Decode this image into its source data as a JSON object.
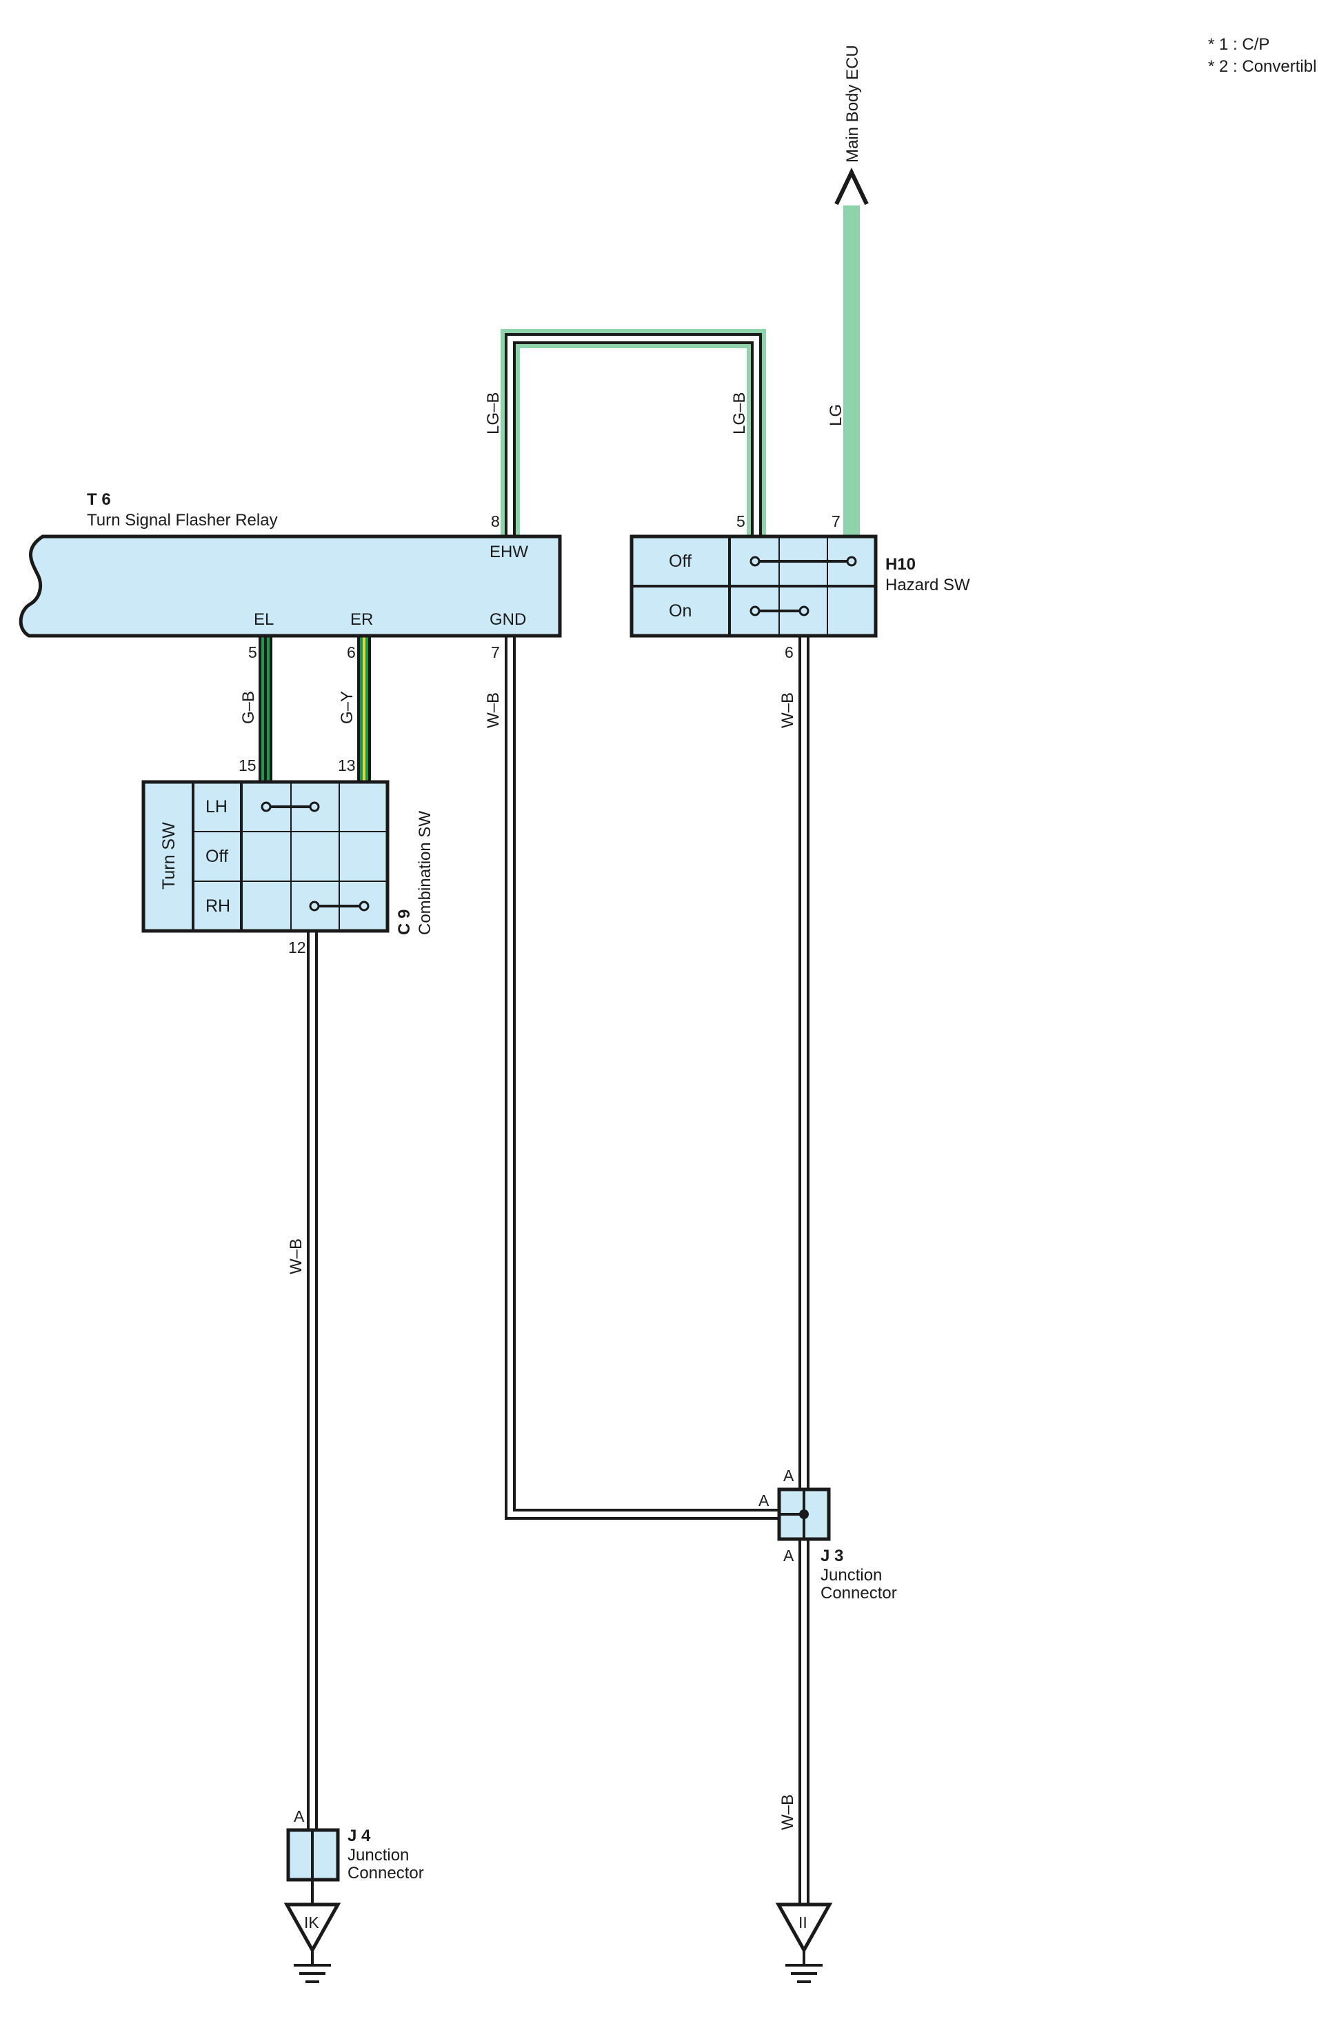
{
  "notes": [
    "* 1 : C/P",
    "* 2 : Convertibl"
  ],
  "colors": {
    "box_fill": "#cce9f7",
    "outline": "#1a1a1a",
    "lg_wire": "#8fd3ab",
    "green_wire": "#1a9a4a",
    "yellow_wire": "#e6d23a",
    "white_wire": "#ffffff"
  },
  "main_body_ecu": {
    "label": "Main Body ECU",
    "wire": "LG",
    "pin": "7"
  },
  "t6": {
    "code": "T 6",
    "name": "Turn Signal Flasher Relay",
    "terminals": {
      "ehw": "EHW",
      "el": "EL",
      "er": "ER",
      "gnd": "GND"
    },
    "pins": {
      "ehw": "8",
      "el": "5",
      "er": "6",
      "gnd": "7"
    }
  },
  "h10": {
    "code": "H10",
    "name": "Hazard SW",
    "positions": {
      "off": "Off",
      "on": "On"
    },
    "pins": {
      "top_left": "5",
      "top_right": "7",
      "bottom": "6"
    }
  },
  "c9": {
    "code": "C 9",
    "name": "Combination SW",
    "switch": "Turn SW",
    "positions": {
      "lh": "LH",
      "off": "Off",
      "rh": "RH"
    },
    "pins": {
      "left": "15",
      "right": "13",
      "bottom": "12"
    }
  },
  "j3": {
    "code": "J 3",
    "name_line1": "Junction",
    "name_line2": "Connector",
    "pin_top": "A",
    "pin_left": "A",
    "pin_bottom": "A"
  },
  "j4": {
    "code": "J 4",
    "name_line1": "Junction",
    "name_line2": "Connector",
    "pin": "A"
  },
  "wires": {
    "lgb_left": "LG–B",
    "lgb_right": "LG–B",
    "gb": "G–B",
    "gy": "G–Y",
    "wb_gnd": "W–B",
    "wb_h10": "W–B",
    "wb_c9": "W–B",
    "wb_j3": "W–B"
  },
  "grounds": {
    "ik": "IK",
    "ii": "II"
  }
}
